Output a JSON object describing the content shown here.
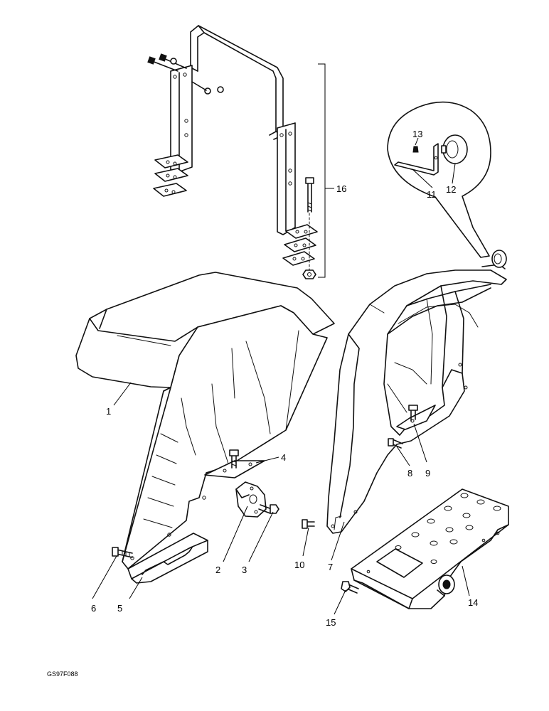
{
  "diagram": {
    "drawing_code": "GS97F088",
    "callouts": [
      {
        "id": "1",
        "text": "1"
      },
      {
        "id": "2",
        "text": "2"
      },
      {
        "id": "3",
        "text": "3"
      },
      {
        "id": "4",
        "text": "4"
      },
      {
        "id": "5",
        "text": "5"
      },
      {
        "id": "6",
        "text": "6"
      },
      {
        "id": "7",
        "text": "7"
      },
      {
        "id": "8",
        "text": "8"
      },
      {
        "id": "9",
        "text": "9"
      },
      {
        "id": "10",
        "text": "10"
      },
      {
        "id": "11",
        "text": "11"
      },
      {
        "id": "12",
        "text": "12"
      },
      {
        "id": "13",
        "text": "13"
      },
      {
        "id": "14",
        "text": "14"
      },
      {
        "id": "15",
        "text": "15"
      },
      {
        "id": "16",
        "text": "16"
      }
    ]
  }
}
